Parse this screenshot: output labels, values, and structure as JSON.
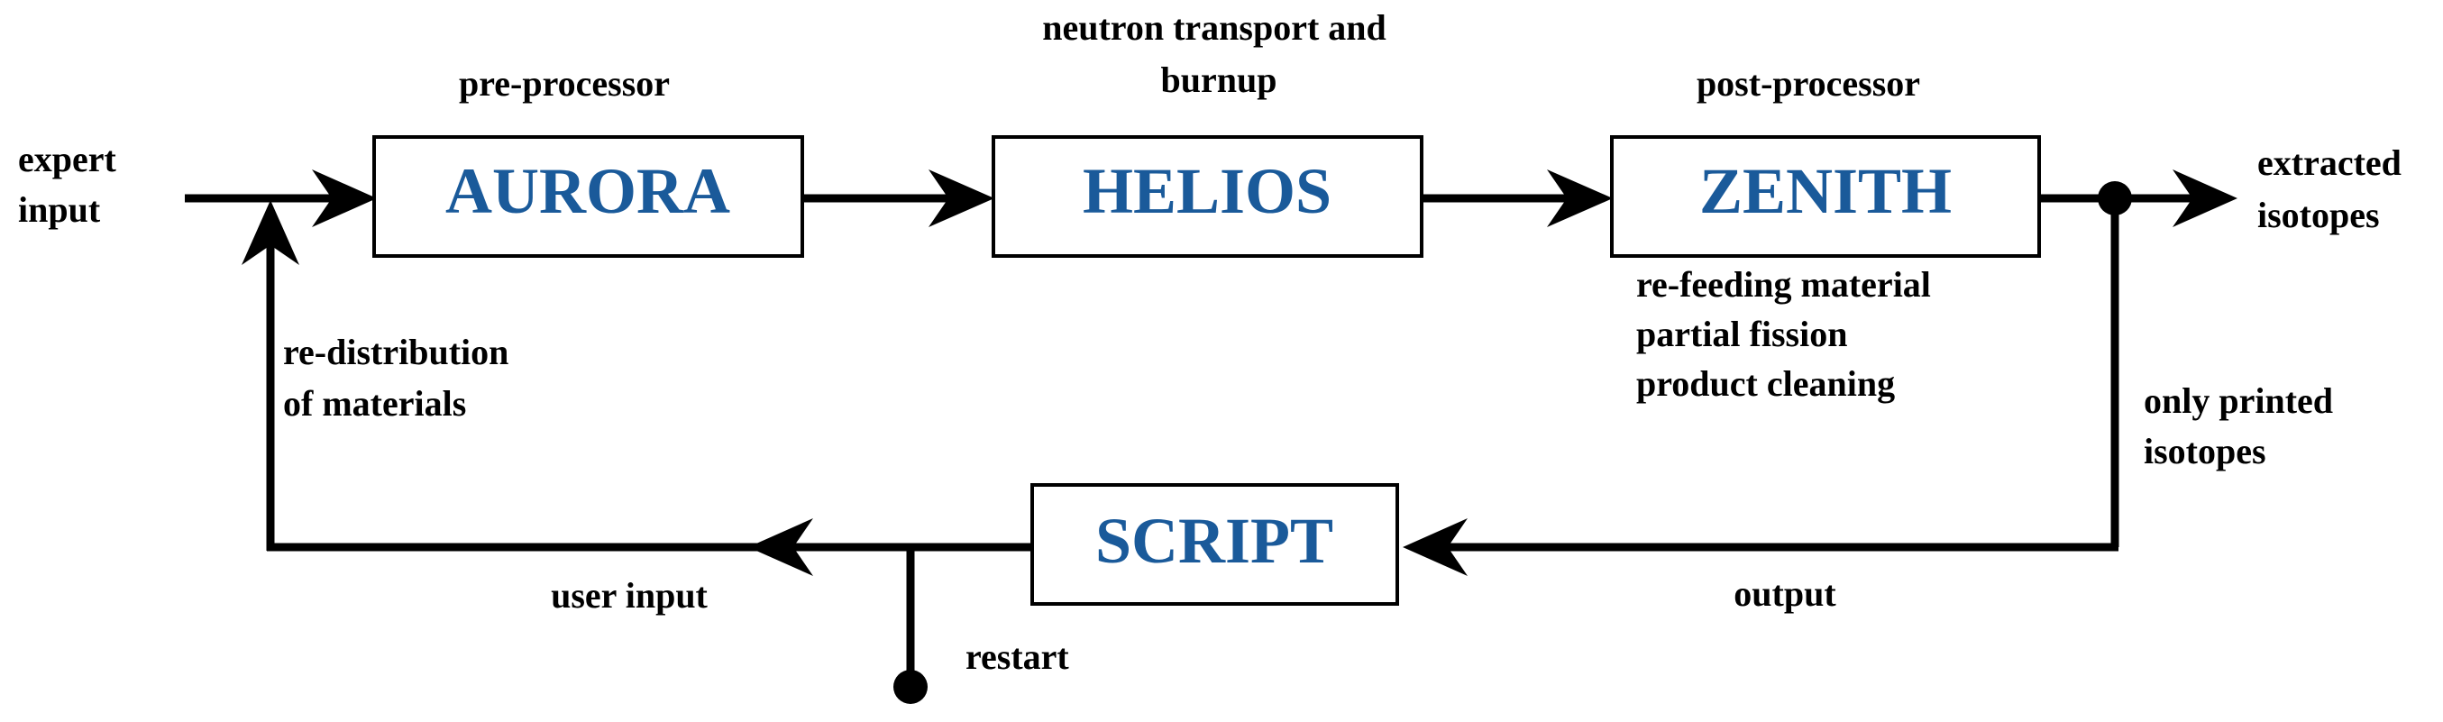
{
  "boxes": {
    "aurora": "AURORA",
    "helios": "HELIOS",
    "zenith": "ZENITH",
    "script": "SCRIPT"
  },
  "labels": {
    "expert_input": [
      "expert",
      "input"
    ],
    "pre_processor": "pre-processor",
    "neutron_transport": [
      "neutron transport and",
      "burnup"
    ],
    "post_processor": "post-processor",
    "extracted_isotopes": [
      "extracted",
      "isotopes"
    ],
    "zenith_notes": [
      "re-feeding material",
      "partial fission",
      "product cleaning"
    ],
    "redistribution": [
      "re-distribution",
      "of materials"
    ],
    "only_printed": [
      "only printed",
      "isotopes"
    ],
    "user_input": "user input",
    "output": "output",
    "restart": "restart"
  },
  "colors": {
    "box_text": "#1a5a9a",
    "lines": "#000000"
  }
}
